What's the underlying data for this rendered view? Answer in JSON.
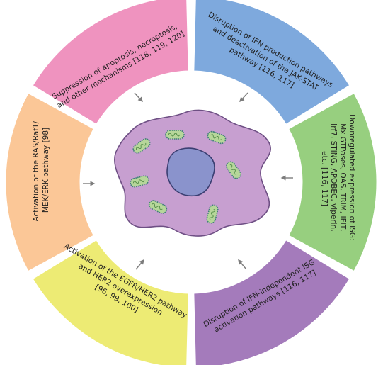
{
  "diagram": {
    "segments": [
      {
        "id": "suppression",
        "color": "#ef93bf",
        "lines": [
          "Suppression of apoptosis, necroptosis,",
          "and other mechanisms [118, 119, 120]"
        ]
      },
      {
        "id": "ifn-production",
        "color": "#7ea9dd",
        "lines": [
          "Disruption of IFN production pathways",
          "and deactivation of the JAK-STAT",
          "pathway [116, 117]"
        ]
      },
      {
        "id": "isg-downregulated",
        "color": "#97cf7f",
        "lines": [
          "Downregulated expression of ISG:",
          "Mx GTPases, OAS, TRIM, IFIT,",
          "Irf7, STING, APOBEC, viperin,",
          "etc. [116, 117]"
        ]
      },
      {
        "id": "ifn-independent",
        "color": "#a47bbb",
        "lines": [
          "Disruption of IFN-independent ISG",
          "activation pathways [116, 117]"
        ]
      },
      {
        "id": "egfr-her2",
        "color": "#edeb74",
        "lines": [
          "Activation of the EGFR/HER2 pathway",
          "and HER2 overexpression",
          "[96, 99, 100]"
        ]
      },
      {
        "id": "ras-raf",
        "color": "#fbc797",
        "lines": [
          "Activation of the RAS/Raf1/",
          "MEK/ERK pathway [98]"
        ]
      }
    ],
    "cell": {
      "cytoplasm_color": "#c79fd0",
      "nucleus_color": "#8a93cc",
      "organelle_color": "#b6d69a"
    }
  }
}
